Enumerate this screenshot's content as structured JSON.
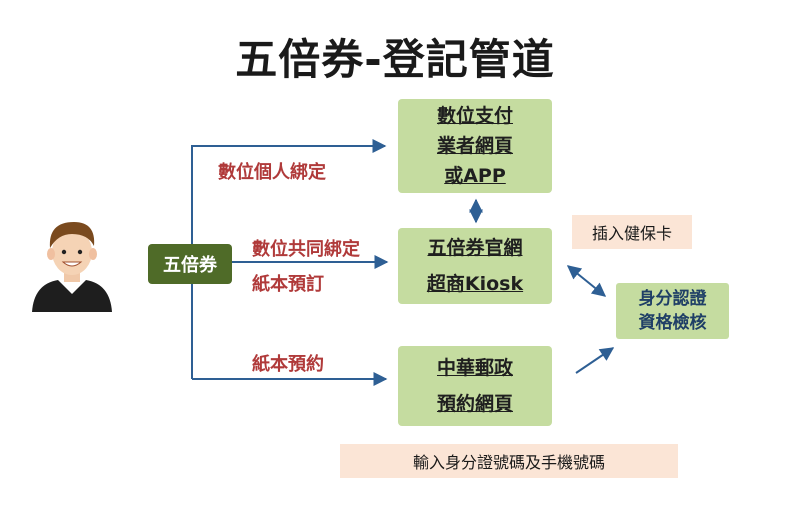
{
  "title": "五倍券-登記管道",
  "start_node": "五倍券",
  "edge_labels": {
    "digital_personal": "數位個人綁定",
    "digital_shared": "數位共同綁定",
    "paper_order": "紙本預訂",
    "paper_reserve": "紙本預約"
  },
  "nodes": {
    "digital_payment": [
      "數位支付",
      "業者網頁",
      "或APP"
    ],
    "official_site": [
      "五倍券官網",
      "超商Kiosk"
    ],
    "post_office": [
      "中華郵政",
      "預約網頁"
    ],
    "verify": [
      "身分認證",
      "資格檢核"
    ]
  },
  "notes": {
    "health_card": "插入健保卡",
    "id_phone": "輸入身分證號碼及手機號碼"
  },
  "colors": {
    "node_fill": "#c5dca0",
    "start_fill": "#4f6b28",
    "arrow": "#2e5f94",
    "edge_label": "#b03a3a",
    "note_fill": "#fbe5d6"
  }
}
